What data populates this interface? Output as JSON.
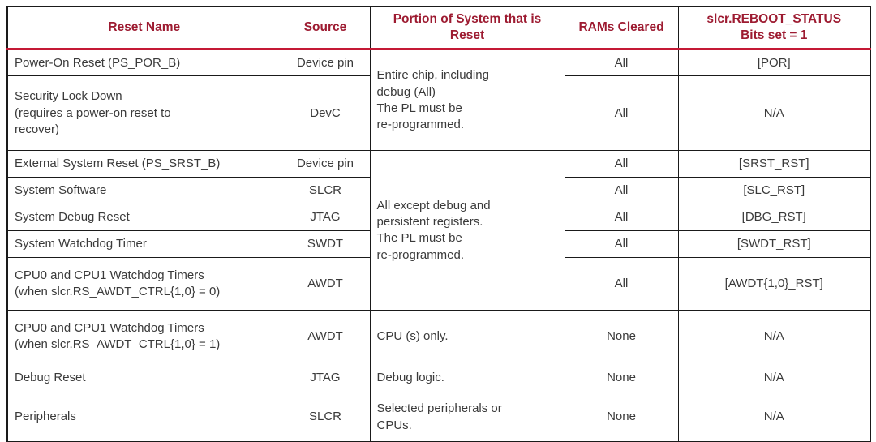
{
  "table": {
    "headers": {
      "reset_name": "Reset Name",
      "source": "Source",
      "portion": "Portion of System that is\nReset",
      "rams": "RAMs Cleared",
      "status": "slcr.REBOOT_STATUS\nBits set = 1"
    },
    "groups": {
      "entire_chip": "Entire chip, including\ndebug (All)\nThe PL must be\nre-programmed.",
      "all_except": "All except debug and\npersistent registers.\nThe PL must be\nre-programmed."
    },
    "rows": [
      {
        "name": "Power-On Reset (PS_POR_B)",
        "source": "Device pin",
        "rams": "All",
        "status": "[POR]"
      },
      {
        "name": "Security Lock Down\n(requires a power-on reset to\nrecover)",
        "source": "DevC",
        "rams": "All",
        "status": "N/A"
      },
      {
        "name": "External System Reset (PS_SRST_B)",
        "source": "Device pin",
        "rams": "All",
        "status": "[SRST_RST]"
      },
      {
        "name": "System Software",
        "source": "SLCR",
        "rams": "All",
        "status": "[SLC_RST]"
      },
      {
        "name": "System Debug Reset",
        "source": "JTAG",
        "rams": "All",
        "status": "[DBG_RST]"
      },
      {
        "name": "System Watchdog Timer",
        "source": "SWDT",
        "rams": "All",
        "status": "[SWDT_RST]"
      },
      {
        "name": "CPU0 and CPU1 Watchdog Timers\n(when slcr.RS_AWDT_CTRL{1,0} = 0)",
        "source": "AWDT",
        "rams": "All",
        "status": "[AWDT{1,0}_RST]"
      },
      {
        "name": "CPU0 and CPU1 Watchdog Timers\n(when slcr.RS_AWDT_CTRL{1,0} = 1)",
        "source": "AWDT",
        "portion": "CPU (s) only.",
        "rams": "None",
        "status": "N/A"
      },
      {
        "name": "Debug Reset",
        "source": "JTAG",
        "portion": "Debug logic.",
        "rams": "None",
        "status": "N/A"
      },
      {
        "name": "Peripherals",
        "source": "SLCR",
        "portion": "Selected peripherals or\nCPUs.",
        "rams": "None",
        "status": "N/A"
      }
    ],
    "colors": {
      "header_text": "#9d1b31",
      "header_rule": "#c41935",
      "body_text": "#3a3a3a",
      "border": "#1a1a1a"
    }
  }
}
